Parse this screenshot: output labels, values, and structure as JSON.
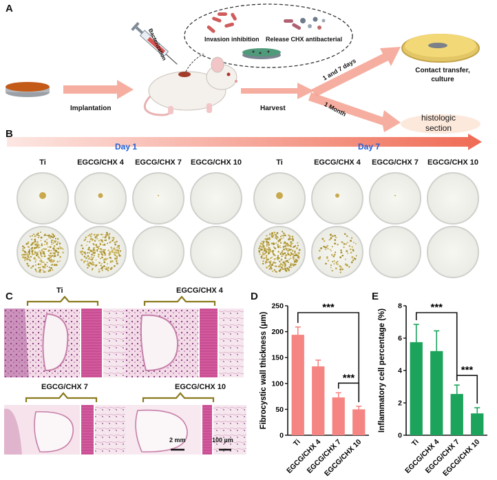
{
  "panels": {
    "A": {
      "letter": "A",
      "bacterization": "Bacterization",
      "invasion": "Invasion inhibition",
      "release": "Release CHX antibacterial",
      "implantation": "Implantation",
      "harvest": "Harvest",
      "days_1_7": "1 and 7 days",
      "month": "1 Month",
      "contact": "Contact transfer, culture",
      "histologic": "histologic section"
    },
    "B": {
      "letter": "B",
      "day1": "Day 1",
      "day7": "Day 7",
      "groups": [
        "Ti",
        "EGCG/CHX 4",
        "EGCG/CHX 7",
        "EGCG/CHX 10",
        "Ti",
        "EGCG/CHX 4",
        "EGCG/CHX 7",
        "EGCG/CHX 10"
      ]
    },
    "C": {
      "letter": "C",
      "labels": [
        "Ti",
        "EGCG/CHX 4",
        "EGCG/CHX 7",
        "EGCG/CHX 10"
      ],
      "scale1": "2 mm",
      "scale2": "100 µm"
    },
    "D": {
      "letter": "D"
    },
    "E": {
      "letter": "E"
    }
  },
  "colors": {
    "bar_red": "#f58582",
    "bar_green": "#1ca35c",
    "arrow": "#f1908a",
    "day_blue": "#1f5fd6",
    "brace": "#8a7a1c"
  },
  "chart_data": [
    {
      "type": "bar",
      "panel": "D",
      "categories": [
        "Ti",
        "EGCG/CHX 4",
        "EGCG/CHX 7",
        "EGCG/CHX 10"
      ],
      "values": [
        194,
        133,
        73,
        50
      ],
      "errors": [
        15,
        12,
        9,
        6
      ],
      "ylabel": "Fibrocystic wall thickness (μm)",
      "ylim": [
        0,
        250
      ],
      "yticks": [
        0,
        50,
        100,
        150,
        200,
        250
      ],
      "significance": [
        {
          "from": 0,
          "to": 3,
          "label": "***"
        },
        {
          "from": 2,
          "to": 3,
          "label": "***"
        }
      ]
    },
    {
      "type": "bar",
      "panel": "E",
      "categories": [
        "Ti",
        "EGCG/CHX 4",
        "EGCG/CHX 7",
        "EGCG/CHX 10"
      ],
      "values": [
        5.75,
        5.2,
        2.55,
        1.35
      ],
      "errors": [
        1.1,
        1.25,
        0.55,
        0.35
      ],
      "ylabel": "Inflammatory cell percentage (%)",
      "ylim": [
        0,
        8
      ],
      "yticks": [
        0,
        2,
        4,
        6,
        8
      ],
      "significance": [
        {
          "from": 0,
          "to": 2,
          "label": "***"
        },
        {
          "from": 2,
          "to": 3,
          "label": "***"
        }
      ]
    }
  ]
}
